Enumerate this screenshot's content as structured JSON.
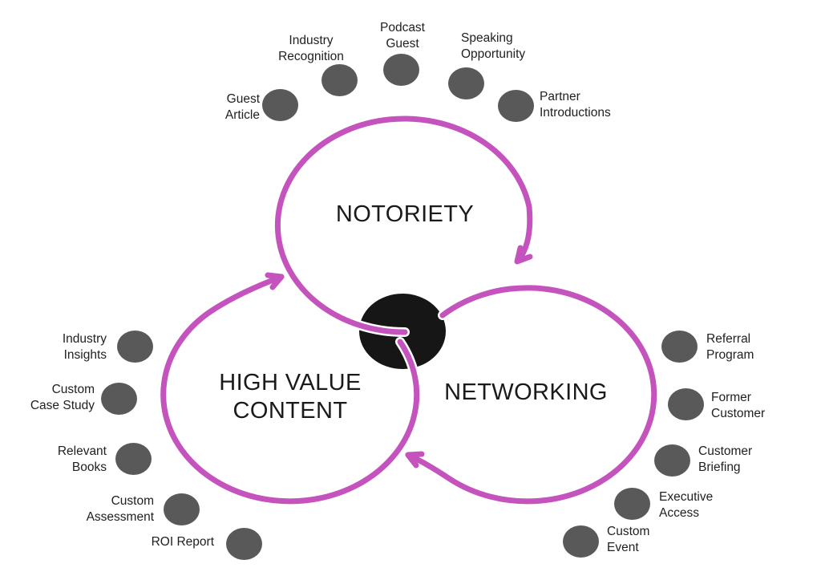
{
  "colors": {
    "accent": "#C453BE",
    "dot": "#595959",
    "center": "#161616",
    "text": "#212121",
    "title": "#1A1A1A"
  },
  "circles": {
    "notoriety": {
      "title": "NOTORIETY"
    },
    "high_value_content": {
      "title": "HIGH VALUE\nCONTENT"
    },
    "networking": {
      "title": "NETWORKING"
    }
  },
  "satellites": {
    "notoriety": [
      {
        "label": "Guest\nArticle"
      },
      {
        "label": "Industry\nRecognition"
      },
      {
        "label": "Podcast\nGuest"
      },
      {
        "label": "Speaking\nOpportunity"
      },
      {
        "label": "Partner\nIntroductions"
      }
    ],
    "high_value_content": [
      {
        "label": "Industry\nInsights"
      },
      {
        "label": "Custom\nCase Study"
      },
      {
        "label": "Relevant\nBooks"
      },
      {
        "label": "Custom\nAssessment"
      },
      {
        "label": "ROI Report"
      }
    ],
    "networking": [
      {
        "label": "Referral\nProgram"
      },
      {
        "label": "Former\nCustomer"
      },
      {
        "label": "Customer\nBriefing"
      },
      {
        "label": "Executive\nAccess"
      },
      {
        "label": "Custom\nEvent"
      }
    ]
  }
}
